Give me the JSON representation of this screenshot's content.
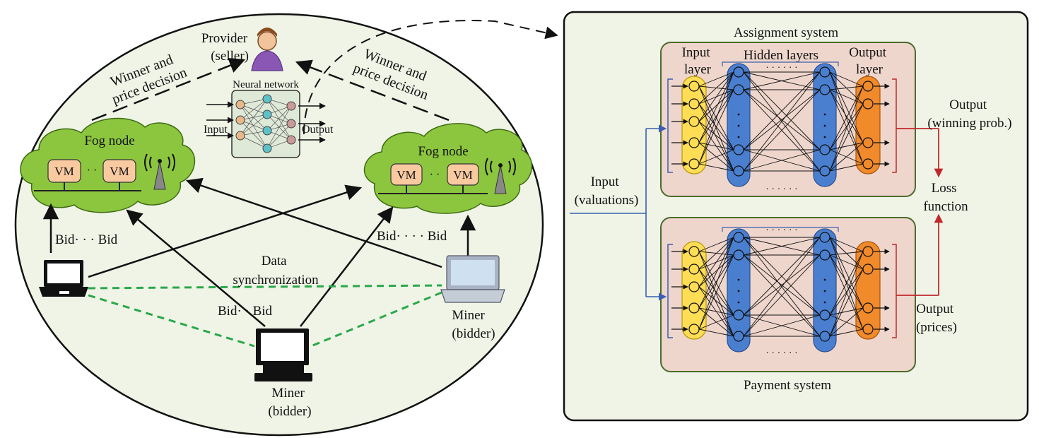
{
  "left": {
    "provider": [
      "Provider",
      "(seller)"
    ],
    "winner_left": [
      "Winner and",
      "price decision"
    ],
    "winner_right": [
      "Winner and",
      "price decision"
    ],
    "nn_title": "Neural network",
    "nn_input": "Input",
    "nn_output": "Output",
    "fog_left": "Fog node",
    "fog_right": "Fog node",
    "vm": "VM",
    "vm_dots": "· ·",
    "bid_left": "Bid· · · Bid",
    "bid_right": "Bid· · · · Bid",
    "bid_center": "Bid·   · Bid",
    "data_sync": [
      "Data",
      "synchronization"
    ],
    "miner_right": [
      "Miner",
      "(bidder)"
    ],
    "miner_bottom": [
      "Miner",
      "(bidder)"
    ]
  },
  "right": {
    "assignment_title": "Assignment system",
    "payment_title": "Payment system",
    "input_layer": [
      "Input",
      "layer"
    ],
    "hidden_layers": "Hidden layers",
    "output_layer": [
      "Output",
      "layer"
    ],
    "dots": "· · · · · ·",
    "input_label": [
      "Input",
      "(valuations)"
    ],
    "output_top": [
      "Output",
      "(winning prob.)"
    ],
    "loss": [
      "Loss",
      "function"
    ],
    "output_bottom": [
      "Output",
      "(prices)"
    ]
  },
  "colors": {
    "fog": "#8cc63f",
    "vm": "#f9c9a0",
    "panel_bg": "#eff4e6",
    "box_bg": "#efd6cc",
    "input_col": "#ffdd55",
    "hidden_col": "#4a7fd0",
    "output_col": "#f08a2a",
    "sync_line": "#2aa84a",
    "red": "#c0282c",
    "blue_line": "#3a5fb0"
  }
}
